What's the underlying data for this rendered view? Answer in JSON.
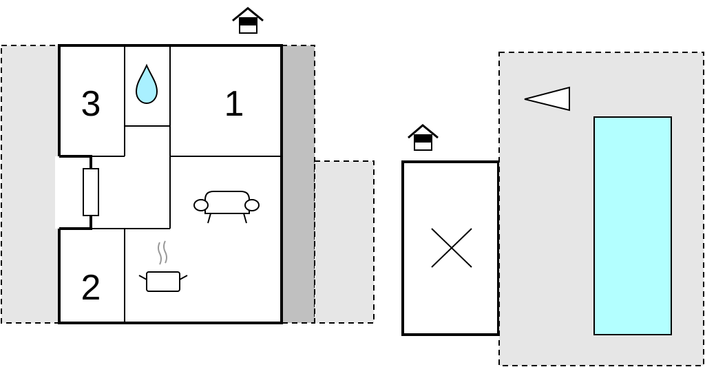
{
  "rooms": [
    {
      "id": "bedroom-3",
      "label": "3"
    },
    {
      "id": "bedroom-1",
      "label": "1"
    },
    {
      "id": "bedroom-2",
      "label": "2"
    }
  ],
  "icons": {
    "entrance": "house-entrance-icon",
    "bathroom": "water-drop-icon",
    "living_room": "sofa-icon",
    "kitchen": "cooking-pot-icon",
    "annex": "cross-icon",
    "pool_direction": "triangle-icon"
  },
  "colors": {
    "terrace": "#e6e6e6",
    "covered_terrace": "#c0c0c0",
    "pool": "#b3ffff",
    "walls": "#000000",
    "water_drop": "#a9f0ff"
  }
}
